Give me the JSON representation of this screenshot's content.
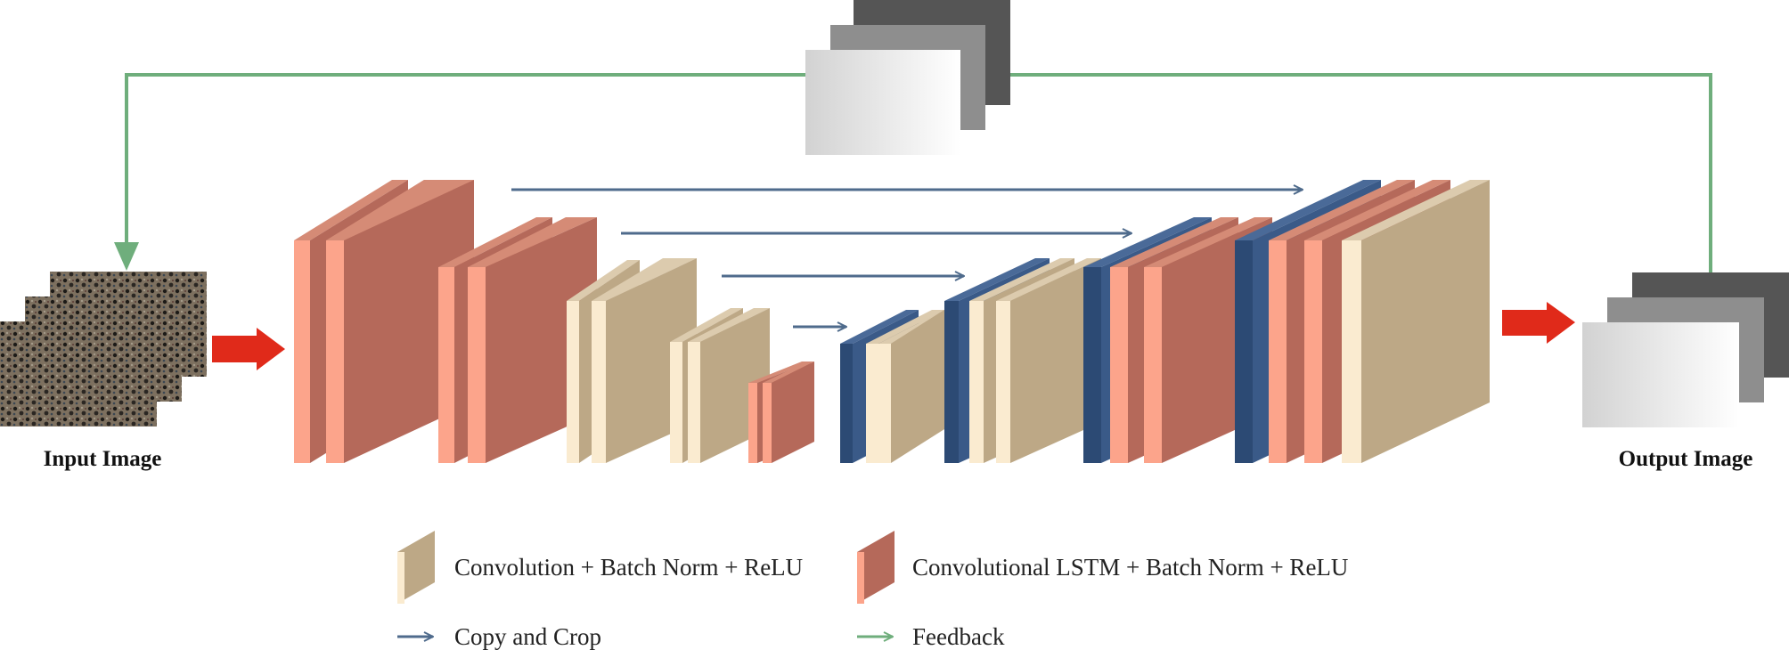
{
  "labels": {
    "input": "Input Image",
    "output": "Output Image"
  },
  "legend": {
    "conv": "Convolution + Batch Norm + ReLU",
    "lstm": "Convolutional LSTM + Batch Norm + ReLU",
    "copy": "Copy and Crop",
    "feedback": "Feedback"
  },
  "colors": {
    "conv_front": "#faebd0",
    "conv_side": "#bda886",
    "lstm_front": "#fca48b",
    "lstm_side": "#b5695a",
    "deconv_front": "#2c4a74",
    "deconv_side": "#4a6a98",
    "copy_arrow": "#4f6b8c",
    "feedback": "#6fae7c",
    "flow_arrow": "#e02a1a"
  }
}
